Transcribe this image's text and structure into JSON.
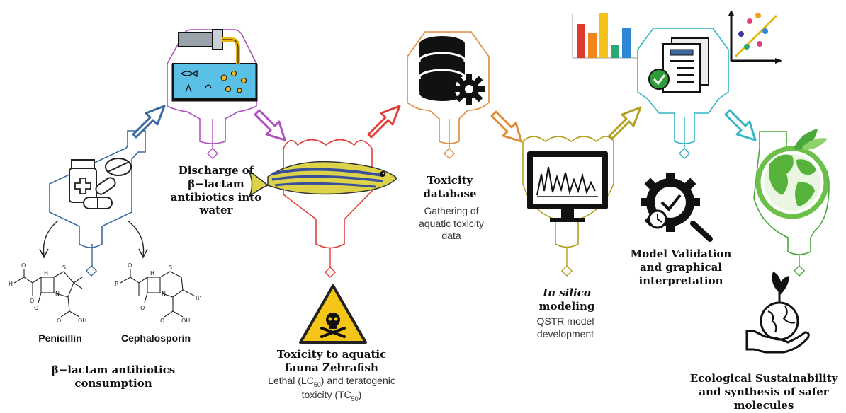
{
  "stages": [
    {
      "id": "consumption",
      "title": "β−lactam antibiotics consumption",
      "color": "#3b6aa0"
    },
    {
      "id": "discharge",
      "title": "Discharge of β−lactam antibiotics into water",
      "color": "#b04fc0"
    },
    {
      "id": "toxicity",
      "title": "Toxicity to aquatic fauna Zebrafish",
      "desc_prefix": "Lethal (LC",
      "desc_sub1": "50",
      "desc_mid": ") and teratogenic toxicity (TC",
      "desc_sub2": "50",
      "desc_suffix": ")",
      "color": "#e0403a"
    },
    {
      "id": "database",
      "title": "Toxicity database",
      "desc": "Gathering of aquatic toxicity data",
      "color": "#e08a3a"
    },
    {
      "id": "modeling",
      "title_italic": "In silico",
      "title_rest": "modeling",
      "desc": "QSTR model development",
      "color": "#b3a020"
    },
    {
      "id": "validation",
      "title": "Model Validation and graphical interpretation",
      "color": "#34b5c4"
    },
    {
      "id": "sustainability",
      "title": "Ecological Sustainability and synthesis of safer molecules",
      "color": "#4aa83a"
    }
  ],
  "compounds": {
    "penicillin": "Penicillin",
    "cephalosporin": "Cephalosporin"
  },
  "structure_labels": {
    "n": "N",
    "s": "S",
    "o": "O",
    "oh": "OH",
    "h": "H",
    "r": "R",
    "r1": "R'"
  }
}
